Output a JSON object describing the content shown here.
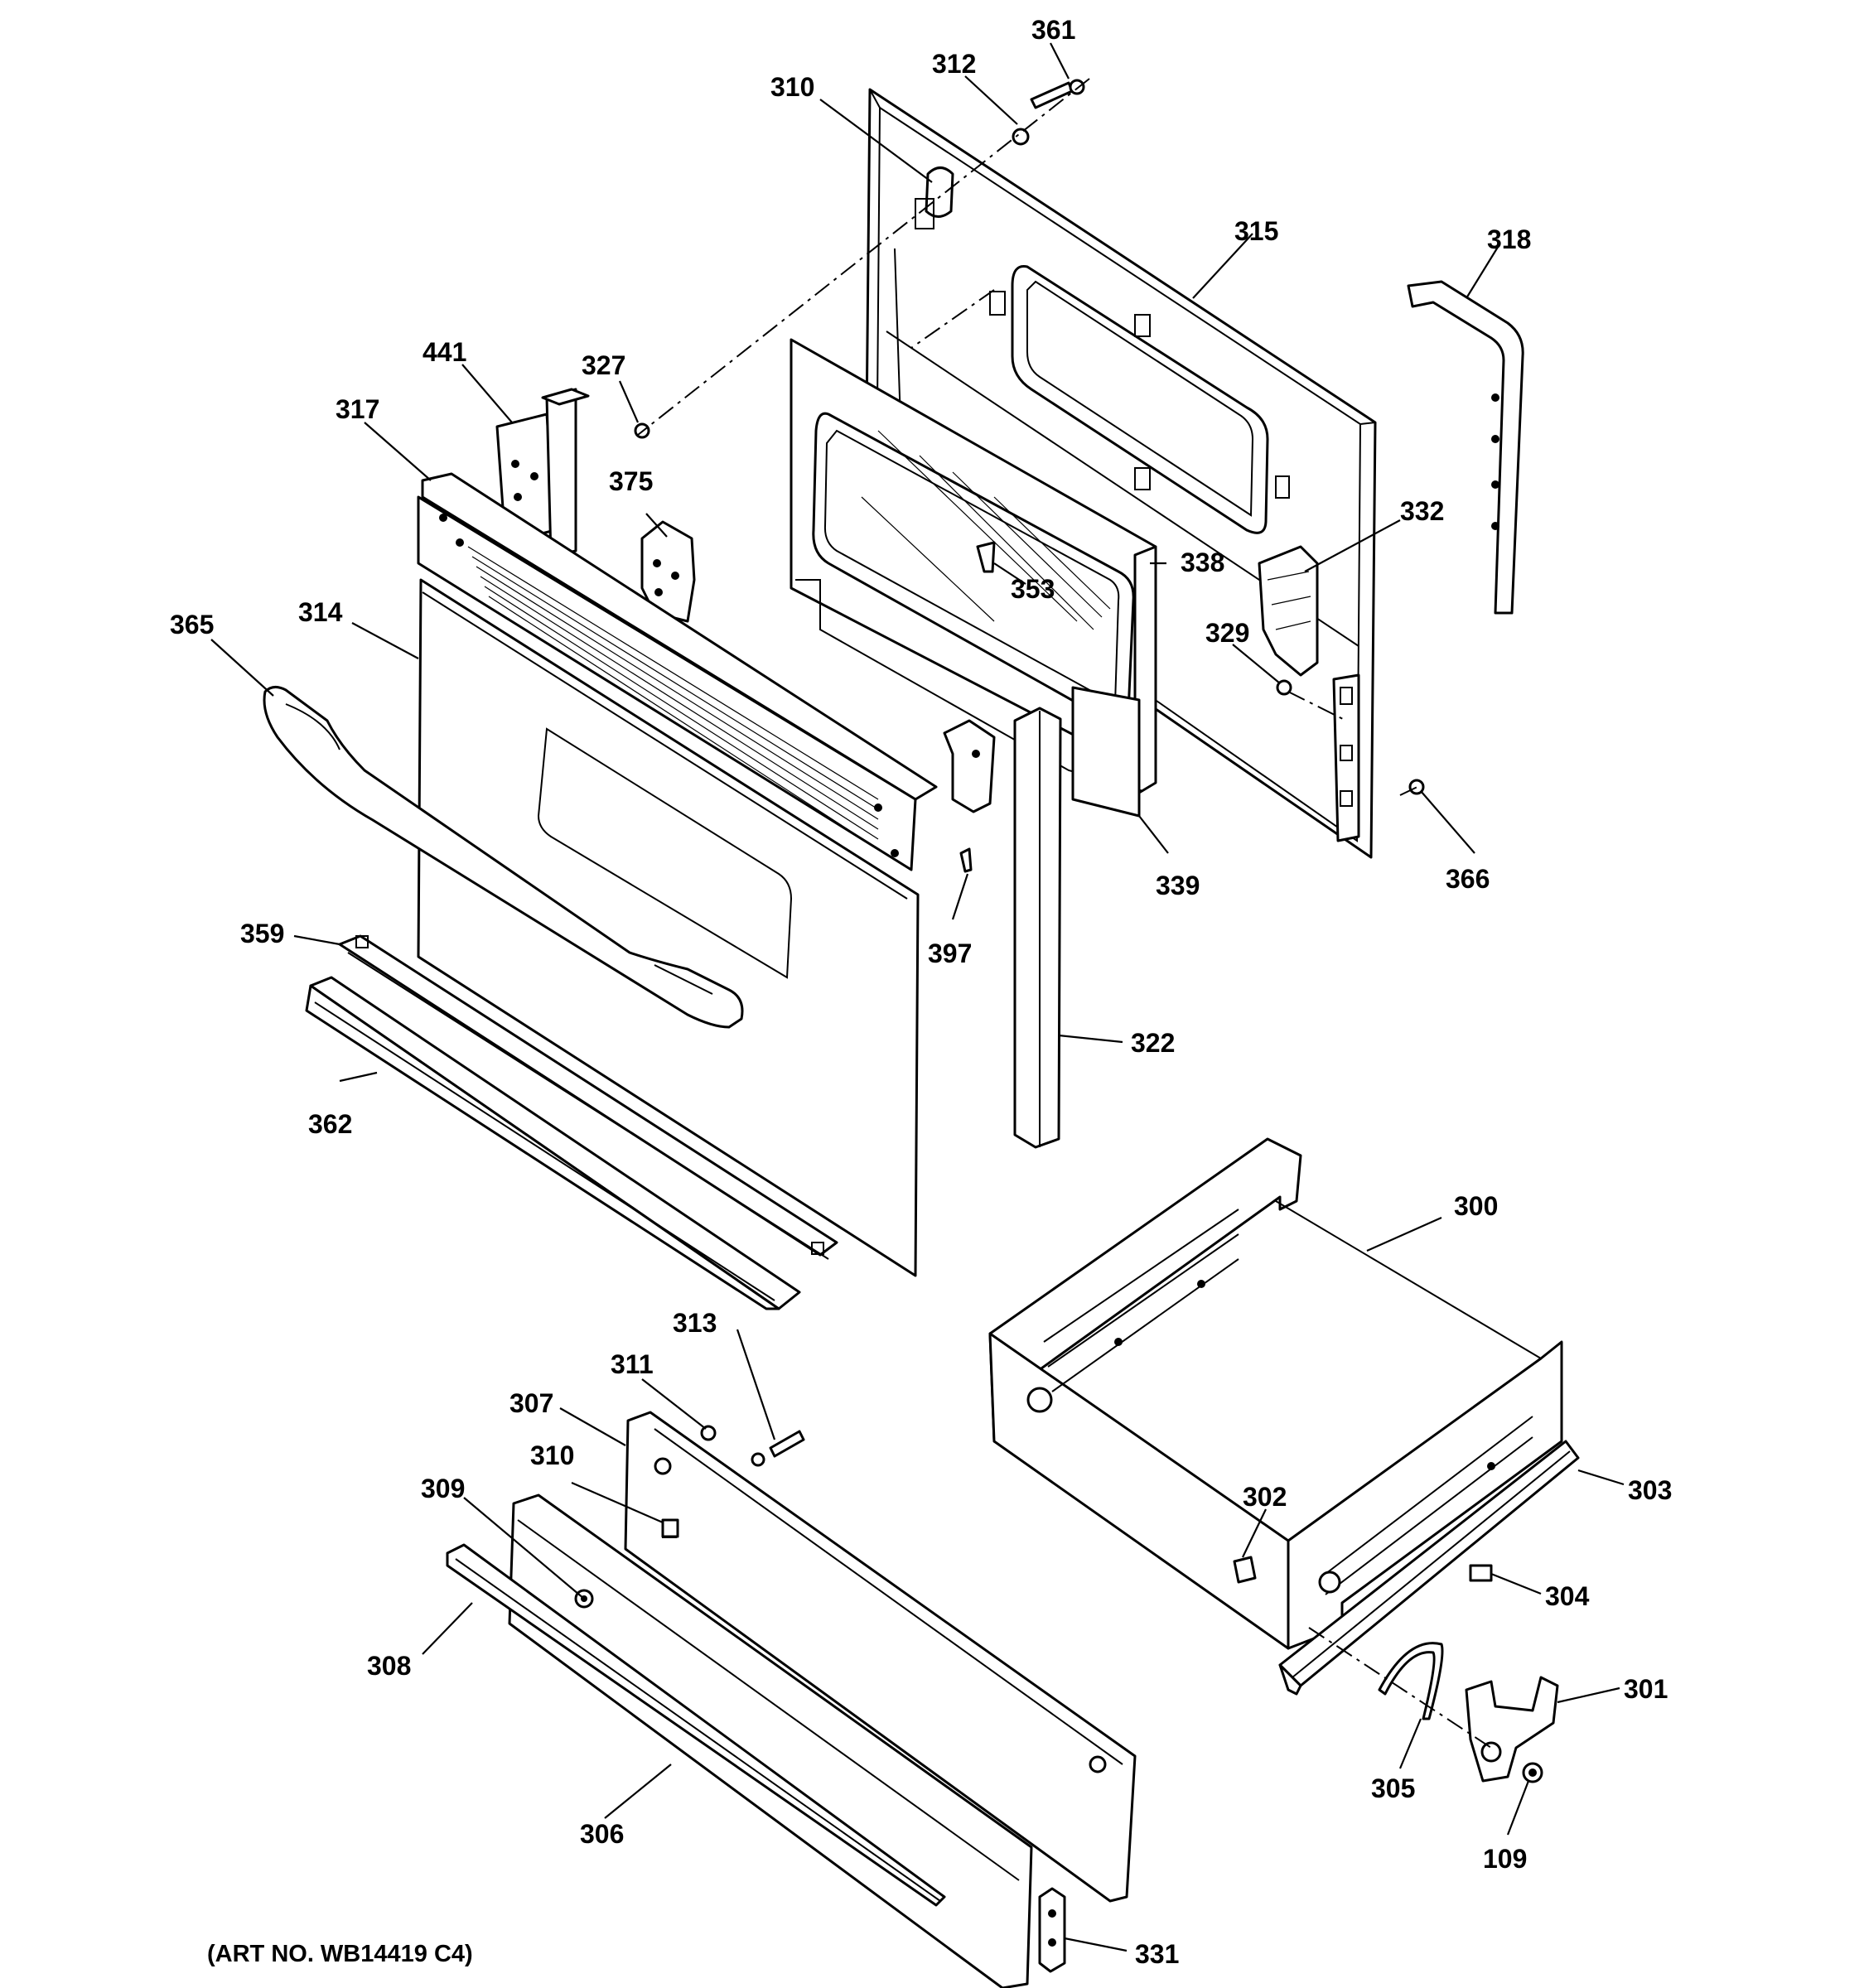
{
  "art_number": "(ART NO. WB14419 C4)",
  "callouts": [
    {
      "id": "361",
      "label": "361"
    },
    {
      "id": "312",
      "label": "312"
    },
    {
      "id": "310a",
      "label": "310"
    },
    {
      "id": "315",
      "label": "315"
    },
    {
      "id": "318",
      "label": "318"
    },
    {
      "id": "441",
      "label": "441"
    },
    {
      "id": "327",
      "label": "327"
    },
    {
      "id": "317",
      "label": "317"
    },
    {
      "id": "375",
      "label": "375"
    },
    {
      "id": "332",
      "label": "332"
    },
    {
      "id": "338",
      "label": "338"
    },
    {
      "id": "353",
      "label": "353"
    },
    {
      "id": "365",
      "label": "365"
    },
    {
      "id": "314",
      "label": "314"
    },
    {
      "id": "329",
      "label": "329"
    },
    {
      "id": "339",
      "label": "339"
    },
    {
      "id": "366",
      "label": "366"
    },
    {
      "id": "397",
      "label": "397"
    },
    {
      "id": "359",
      "label": "359"
    },
    {
      "id": "322",
      "label": "322"
    },
    {
      "id": "362",
      "label": "362"
    },
    {
      "id": "300",
      "label": "300"
    },
    {
      "id": "313",
      "label": "313"
    },
    {
      "id": "311",
      "label": "311"
    },
    {
      "id": "307",
      "label": "307"
    },
    {
      "id": "310b",
      "label": "310"
    },
    {
      "id": "309",
      "label": "309"
    },
    {
      "id": "302",
      "label": "302"
    },
    {
      "id": "303",
      "label": "303"
    },
    {
      "id": "304",
      "label": "304"
    },
    {
      "id": "308",
      "label": "308"
    },
    {
      "id": "301",
      "label": "301"
    },
    {
      "id": "305",
      "label": "305"
    },
    {
      "id": "306",
      "label": "306"
    },
    {
      "id": "109",
      "label": "109"
    },
    {
      "id": "331",
      "label": "331"
    }
  ]
}
